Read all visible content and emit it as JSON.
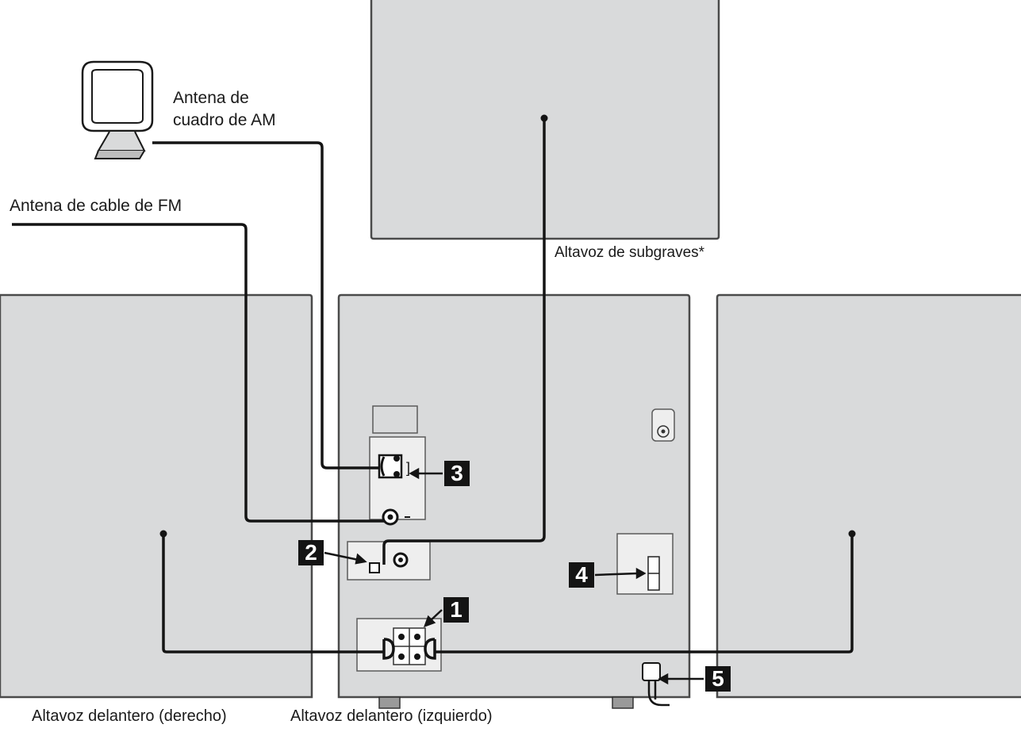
{
  "labels": {
    "am_antenna_line1": "Antena de",
    "am_antenna_line2": "cuadro de AM",
    "fm_antenna": "Antena de cable de FM",
    "subwoofer": "Altavoz de subgraves*",
    "front_right": "Altavoz delantero (derecho)",
    "front_left": "Altavoz delantero (izquierdo)"
  },
  "callouts": [
    "1",
    "2",
    "3",
    "4",
    "5"
  ],
  "colors": {
    "speaker_fill": "#d9dadb",
    "panel_fill": "#eeeeee",
    "cable": "#141414",
    "callout_bg": "#141414"
  }
}
